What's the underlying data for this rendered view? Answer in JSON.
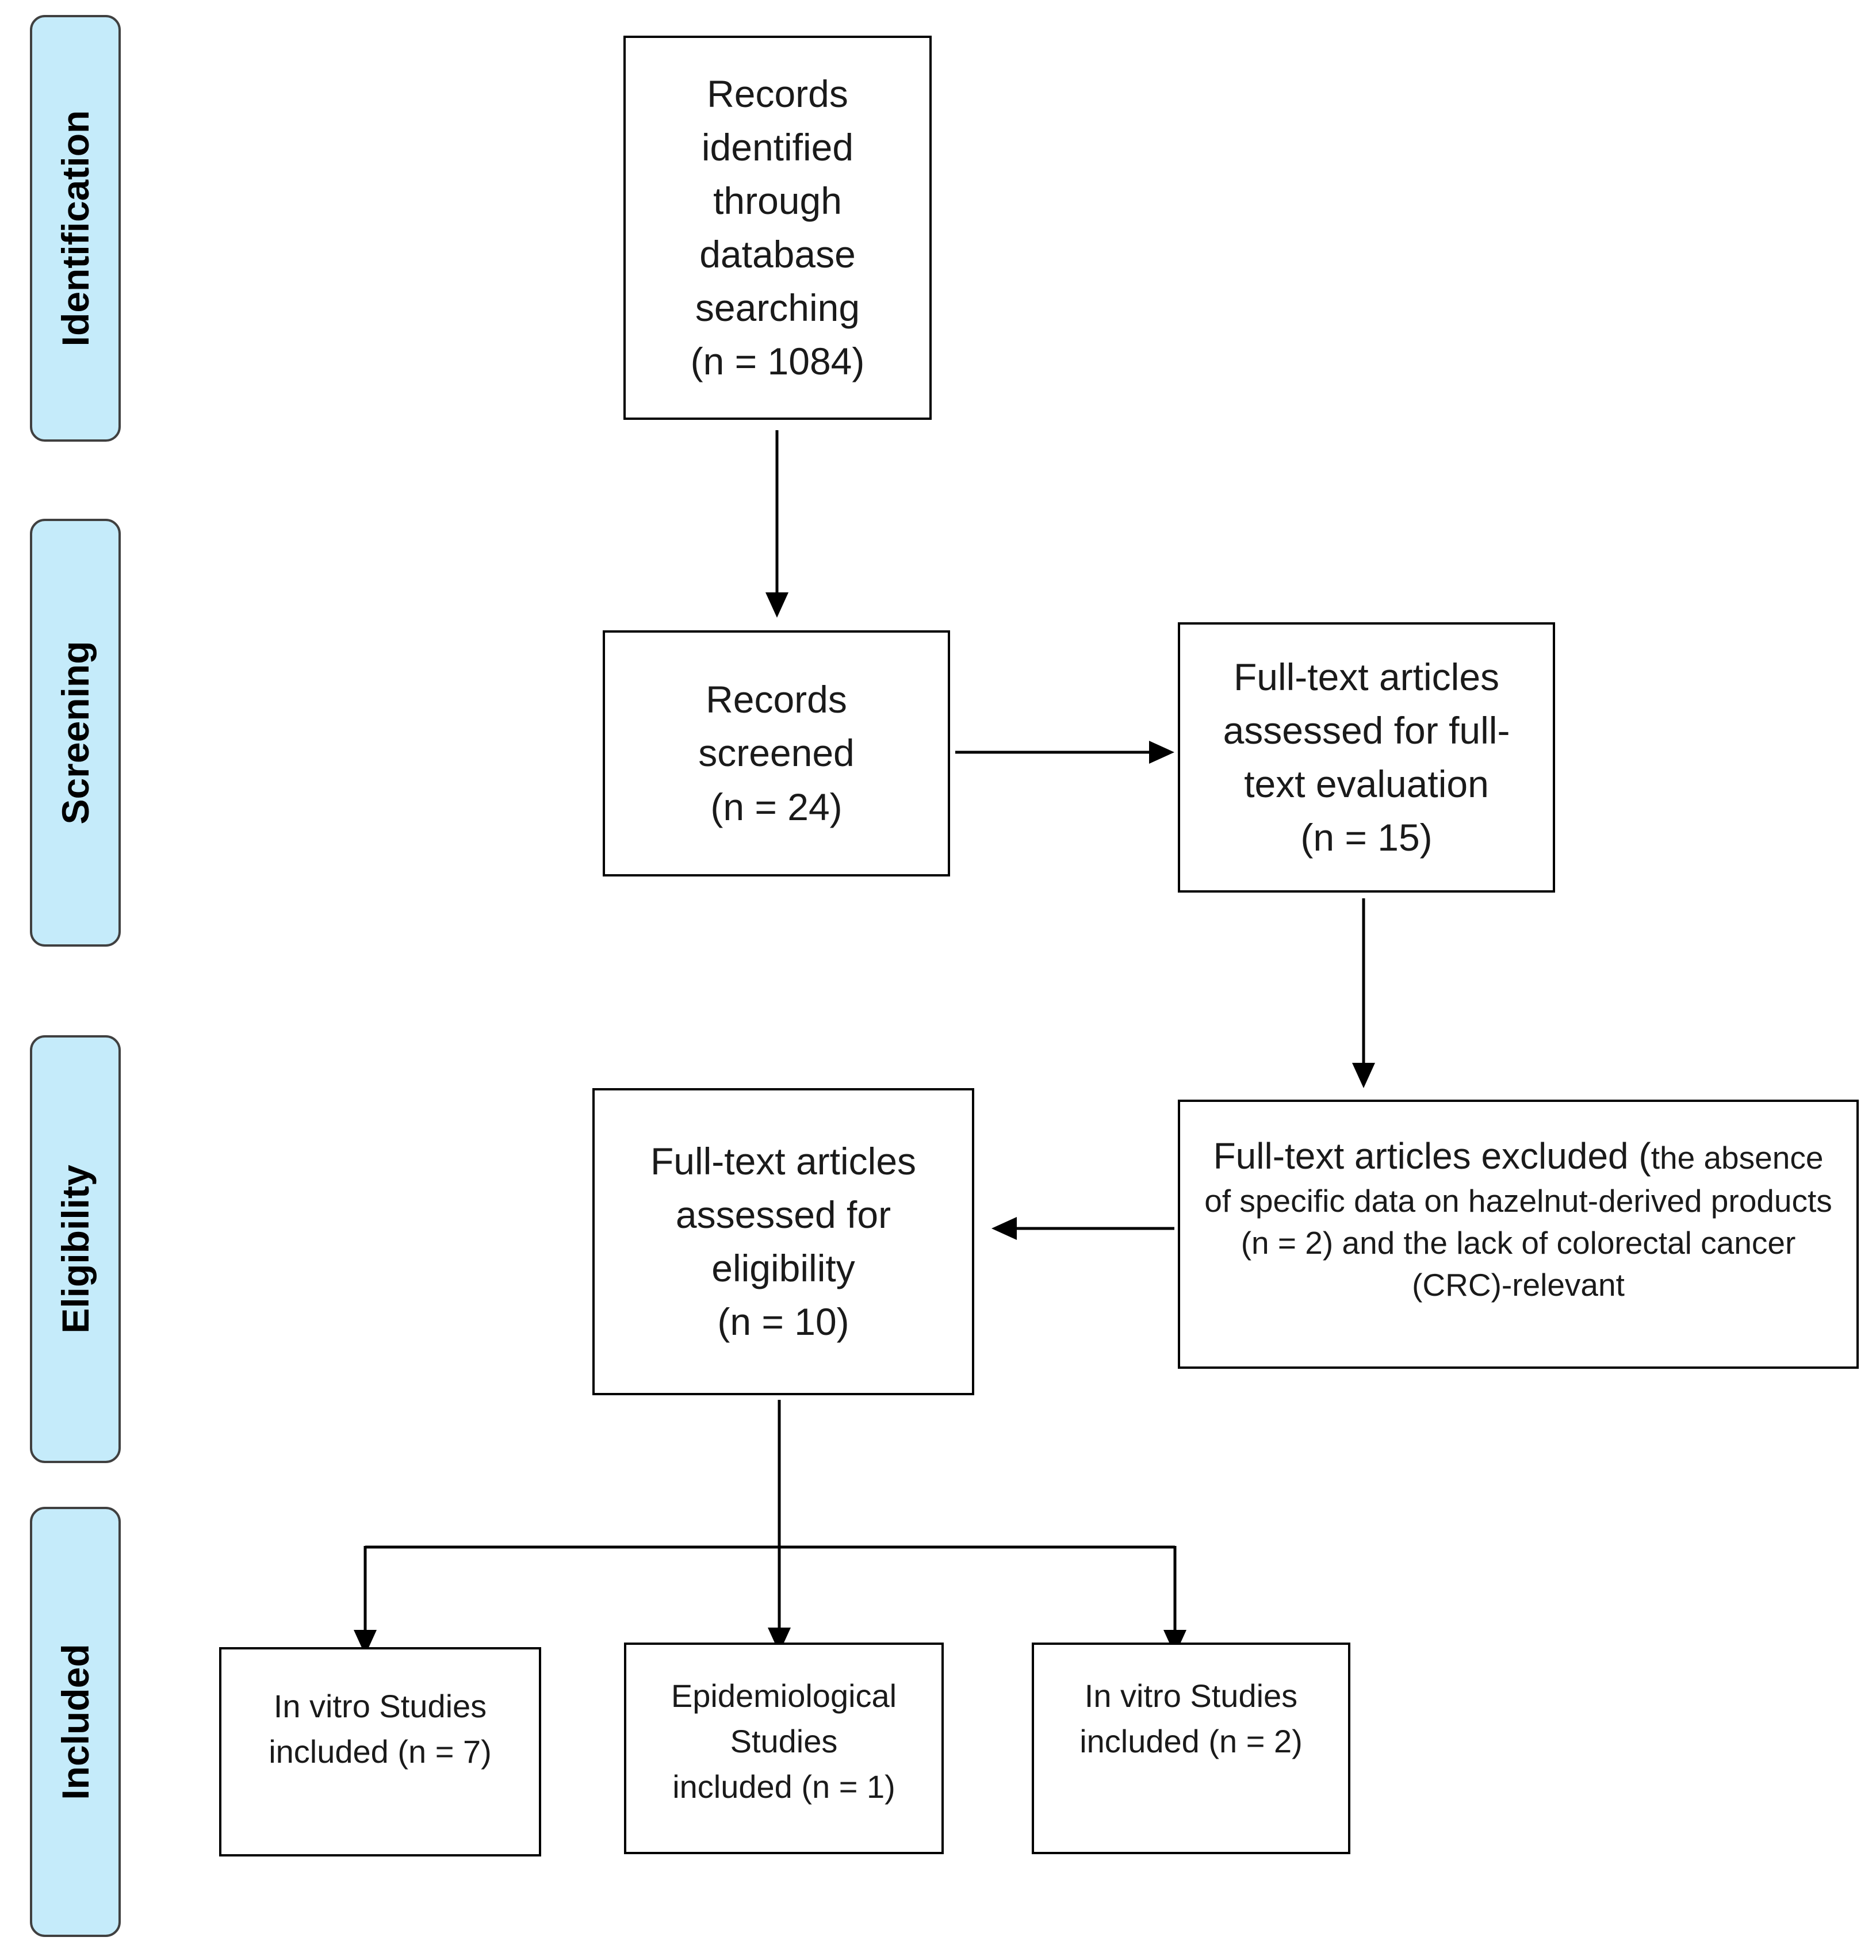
{
  "phases": {
    "identification": "Identification",
    "screening": "Screening",
    "eligibility": "Eligibility",
    "included": "Included"
  },
  "boxes": {
    "identified": {
      "lines": [
        "Records",
        "identified",
        "through",
        "database",
        "searching",
        "(n = 1084)"
      ],
      "n": 1084
    },
    "screened": {
      "lines": [
        "Records",
        "screened",
        "(n = 24)"
      ],
      "n": 24
    },
    "fulltext_assessed": {
      "lines": [
        "Full-text articles",
        "assessed for full-",
        "text evaluation",
        "(n = 15)"
      ],
      "n": 15
    },
    "excluded": {
      "head": "Full-text articles excluded (",
      "body": "the absence of specific data on hazelnut-derived products (n = 2) and the lack of colorectal cancer (CRC)-relevant"
    },
    "eligibility": {
      "lines": [
        "Full-text articles",
        "assessed for",
        "eligibility",
        "(n = 10)"
      ],
      "n": 10
    },
    "invitro_left": {
      "lines": [
        "In vitro Studies",
        "included (n = 7)"
      ],
      "n": 7
    },
    "epidemiological": {
      "lines": [
        "Epidemiological",
        "Studies",
        "included (n = 1)"
      ],
      "n": 1
    },
    "invitro_right": {
      "lines": [
        "In vitro Studies",
        "included (n = 2)"
      ],
      "n": 2
    }
  }
}
